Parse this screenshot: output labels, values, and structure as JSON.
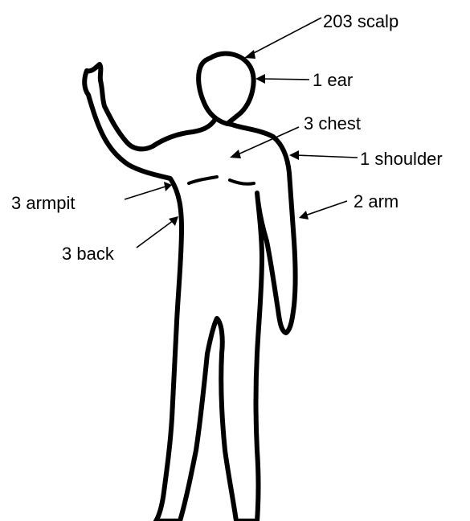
{
  "labels": {
    "scalp": "203 scalp",
    "ear": "1 ear",
    "chest": "3 chest",
    "shoulder": "1 shoulder",
    "armpit": "3 armpit",
    "arm": "2 arm",
    "back": "3 back"
  }
}
